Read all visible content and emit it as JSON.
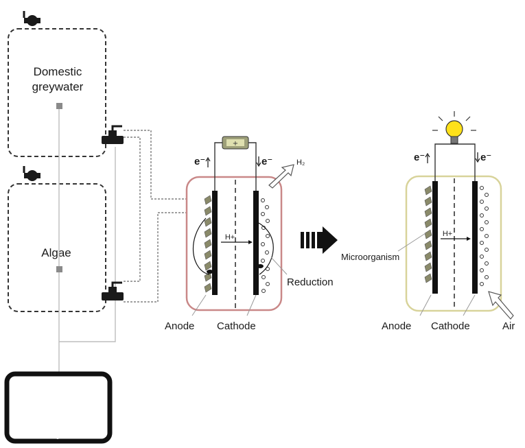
{
  "tanks": {
    "greywater_label_line1": "Domestic",
    "greywater_label_line2": "greywater",
    "algae_label": "Algae"
  },
  "mfc_hydrogen": {
    "electron_left": "e⁻",
    "electron_right": "e⁻",
    "gas_label": "H₂",
    "proton_label": "H+",
    "reduction_label": "Reduction",
    "anode_label": "Anode",
    "cathode_label": "Cathode",
    "outline_color": "#c98888"
  },
  "mfc_power": {
    "electron_left": "e⁻",
    "electron_right": "e⁻",
    "proton_label": "H+",
    "microorganism_label": "Microorganism",
    "anode_label": "Anode",
    "cathode_label": "Cathode",
    "air_label": "Air",
    "outline_color": "#d8d39a",
    "bulb_color": "#ffe11a"
  },
  "icons": [
    "valve-icon",
    "battery-icon",
    "light-bulb-icon",
    "tablet-icon",
    "process-arrow-icon"
  ]
}
